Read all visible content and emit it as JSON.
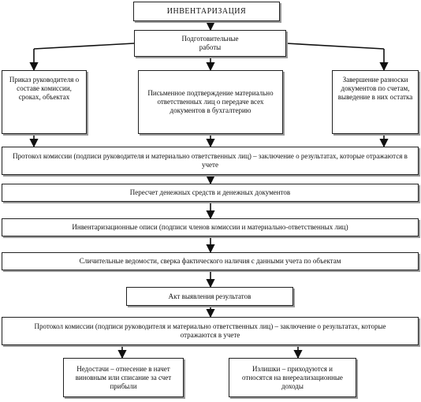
{
  "diagram": {
    "nodes": {
      "inventory": "ИНВЕНТАРИЗАЦИЯ",
      "prep_work": "Подготовительные работы",
      "order": "Приказ руководителя о составе комиссии, сроках, объектах",
      "written_confirmation": "Письменное подтверждение материально ответственных лиц о передаче всех документов в бухгалтерию",
      "completion_posting": "Завершение разноски документов по счетам, выведение в них остатка",
      "protocol_top": "Протокол комиссии (подписи руководителя и материально ответственных лиц) – заключение о результатах, которые отражаются в учете",
      "cash_recount": "Пересчет денежных средств и денежных документов",
      "inventory_lists": "Инвентаризационные описи (подписи членов комиссии и материально-ответственных лиц)",
      "collation_sheets": "Сличительные ведомости, сверка фактического наличия с данными учета по объектам",
      "results_act": "Акт выявления результатов",
      "protocol_bottom": "Протокол комиссии (подписи руководителя и материально ответственных лиц) – заключение о результатах, которые отражаются в учете",
      "shortages": "Недостачи – отнесение в начет виновным или списание за счет прибыли",
      "surpluses": "Излишки – приходуются и относятся на внереализационные доходы"
    }
  }
}
